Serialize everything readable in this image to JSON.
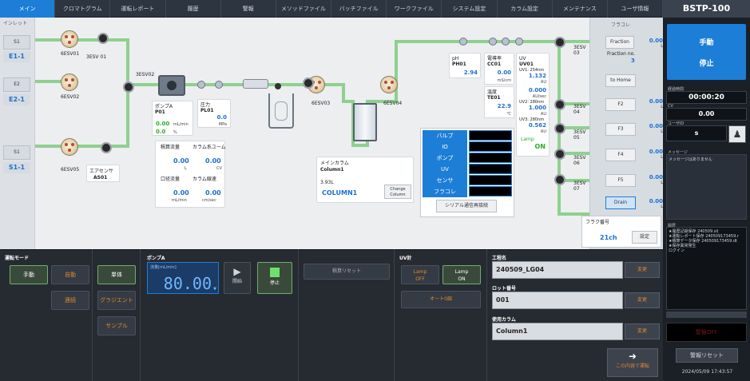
{
  "tabs": [
    "メイン",
    "クロマトグラム",
    "運転レポート",
    "履歴",
    "警報",
    "メソッドファイル",
    "バッチファイル",
    "ワークファイル",
    "システム設定",
    "カラム設定",
    "メンテナンス",
    "ユーザ情報"
  ],
  "brand": "BSTP-100",
  "inlet": {
    "header": "インレット",
    "btns": [
      "S1",
      "E2",
      "S1"
    ],
    "labels": [
      "E1-1",
      "E2-1",
      "S1-1"
    ]
  },
  "valves": {
    "v1": "6ESV01",
    "v2": "6ESV02",
    "v3": "6ESV03",
    "v4": "6ESV04",
    "v5": "6ESV05",
    "bypass1": "3ESV\n01",
    "bypass2": "3ESV02"
  },
  "pump": {
    "title": "ポンプA",
    "id": "P01",
    "flow": "0.00",
    "flow_unit": "mL/min",
    "pct": "0.0",
    "pct_unit": "%"
  },
  "pressure": {
    "title": "圧力",
    "id": "PL01",
    "value": "0.0",
    "unit": "MPa"
  },
  "airsensor": {
    "title": "エアセンサ",
    "id": "AS01"
  },
  "totals": {
    "h1": "積算流量",
    "h2": "カラム系ユーム",
    "v1": "0.00",
    "u1": "L",
    "v2": "0.00",
    "u2": "CV",
    "h3": "口径流量",
    "h4": "カラム線速",
    "v3": "0.00",
    "u3": "mL/min",
    "v4": "0.00",
    "u4": "cm/sec"
  },
  "column": {
    "title": "メインカラム",
    "name": "Column1",
    "volume": "3.93L",
    "label": "COLUMN1",
    "change_btn": "Change\nColumn"
  },
  "ph": {
    "title": "pH",
    "id": "PH01",
    "value": "2.94"
  },
  "cond": {
    "title": "電導率",
    "id": "CC01",
    "value": "0.00",
    "unit": "mS/cm"
  },
  "temp": {
    "title": "温度",
    "id": "TE01",
    "value": "22.9",
    "unit": "℃"
  },
  "uv": {
    "title": "UV",
    "id": "UV01",
    "l1": "UV1: 254nm",
    "v1": "1.132",
    "l2": "UV2: 280nm",
    "v2": "0.000",
    "v2u": "AU/sec",
    "v2b": "1.000",
    "l3": "UV3: 280nm",
    "v3": "0.562",
    "lamp": "Lamp",
    "lamp_state": "ON",
    "au": "AU"
  },
  "status_table": {
    "rows": [
      "バルブ",
      "IO",
      "ポンプ",
      "UV",
      "センサ",
      "フラコレ"
    ]
  },
  "serial_btn": "シリアル通信再接続",
  "fraction": {
    "header": "フラコレ",
    "top_label": "Fraction",
    "top_val": "0.00",
    "top_unit": "L",
    "fraction_no_label": "Fraction no.",
    "fraction_no": "3",
    "home": "to Home",
    "outs": [
      {
        "name": "F2",
        "valve": "3ESV\n04",
        "val": "0.00"
      },
      {
        "name": "F3",
        "valve": "3ESV\n05",
        "val": "0.00"
      },
      {
        "name": "F4",
        "valve": "3ESV\n06",
        "val": "0.00"
      },
      {
        "name": "F5",
        "valve": "3ESV\n07",
        "val": "0.00"
      },
      {
        "name": "Drain",
        "valve": "",
        "val": "0.00"
      }
    ],
    "top_valve": "3ESV\n03",
    "unit": "L",
    "count_label": "フラク番号",
    "count": "21ch",
    "count_btn": "設定"
  },
  "right": {
    "mode": "手動",
    "state": "停止",
    "elapsed_label": "経過時間",
    "elapsed": "00:00:20",
    "cv_label": "CV",
    "cv": "0.00",
    "user_label": "ユーザID",
    "user": "s",
    "msg_label": "メッセージ",
    "msg": "メッセージはありません",
    "log_label": "履歴",
    "log": [
      "★履歴記録保存 240509.sl(",
      "★運転レポート保存 240509173459.r",
      "★積算データ保存 240509173459.dt",
      "★保存異常発生",
      "ログイン"
    ],
    "alarm": "警報OFF",
    "alarm_reset": "警報リセット",
    "datetime": "2024/05/09 17:43:57"
  },
  "bottom": {
    "mode_title": "運転モード",
    "mode_btns": [
      "手動",
      "自動",
      "連続"
    ],
    "run_btns": [
      "単体",
      "グラジエント",
      "サンプル"
    ],
    "pump_title": "ポンプA",
    "pump_sub": "流量[mL/min]",
    "pump_value": "80.00",
    "start": "開始",
    "stop": "停止",
    "accum_reset": "積算リセット",
    "uv_title": "UV計",
    "lamp_off": "Lamp\nOFF",
    "lamp_on": "Lamp\nON",
    "autozero": "オート0調",
    "proc_title": "工程名",
    "proc_value": "240509_LG04",
    "lot_title": "ロット番号",
    "lot_value": "001",
    "col_title": "使用カラム",
    "col_value": "Column1",
    "change": "変更",
    "run_btn": "この内容で運転"
  }
}
